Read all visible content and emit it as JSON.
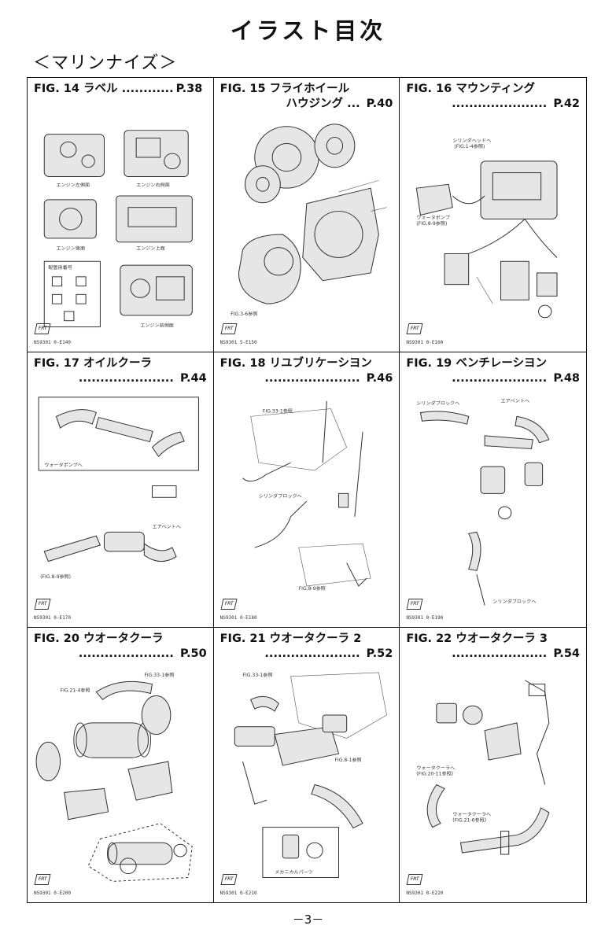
{
  "page_title": "イラスト目次",
  "subtitle": "＜マリンナイズ＞",
  "figures": [
    {
      "fig": "FIG. 14",
      "title": "ラベル",
      "title2": "",
      "dots": "............",
      "page": "P.38",
      "code": "NS9301 0-E140",
      "labels": [
        "エンジン左側面",
        "エンジン右側面",
        "エンジン後面",
        "エンジン上面",
        "エンジン前側面",
        "配管用番号"
      ]
    },
    {
      "fig": "FIG. 15",
      "title": "フライホイール",
      "title2": "ハウジング",
      "dots": "...",
      "page": "P.40",
      "code": "NS9301 5-E150",
      "labels": [
        "FIG.3-6参照"
      ]
    },
    {
      "fig": "FIG. 16",
      "title": "マウンティング",
      "title2": "",
      "dots": "......................",
      "page": "P.42",
      "code": "NS9301 0-E160",
      "labels": [
        "シリンダヘッドへ",
        "(FIG.1-4参照)",
        "ウォータポンプ",
        "(FIG.8-9参照)"
      ]
    },
    {
      "fig": "FIG. 17",
      "title": "オイルクーラ",
      "title2": "",
      "dots": "......................",
      "page": "P.44",
      "code": "NS9301 0-E170",
      "labels": [
        "ウォータポンプへ",
        "(FIG.8-9参照)",
        "エアベントへ"
      ]
    },
    {
      "fig": "FIG. 18",
      "title": "リユブリケーシヨン",
      "title2": "",
      "dots": "......................",
      "page": "P.46",
      "code": "NS9301 0-E180",
      "labels": [
        "FIG.33-1参照",
        "シリンダブロックへ",
        "FIG.8-9参照"
      ]
    },
    {
      "fig": "FIG. 19",
      "title": "ベンチレーシヨン",
      "title2": "",
      "dots": "......................",
      "page": "P.48",
      "code": "NS9301 0-E190",
      "labels": [
        "シリンダブロックへ",
        "エアベントへ",
        "シリンダブロックへ"
      ]
    },
    {
      "fig": "FIG. 20",
      "title": "ウオータクーラ",
      "title2": "",
      "dots": "......................",
      "page": "P.50",
      "code": "NS9301 0-E200",
      "labels": [
        "FIG.33-1参照",
        "FIG.21-4参照"
      ]
    },
    {
      "fig": "FIG. 21",
      "title": "ウオータクーラ",
      "title2": "",
      "num": "2",
      "dots": "......................",
      "page": "P.52",
      "code": "NS9301 0-E210",
      "labels": [
        "FIG.33-1参照",
        "FIG.8-1参照",
        "メカニカルパーツ"
      ]
    },
    {
      "fig": "FIG. 22",
      "title": "ウオータクーラ",
      "title2": "",
      "num": "3",
      "dots": "......................",
      "page": "P.54",
      "code": "NS9301 0-E220",
      "labels": [
        "ウォータクーラへ",
        "(FIG.20-11参照)",
        "ウォータクーラへ",
        "(FIG.21-6参照)"
      ]
    }
  ],
  "page_number": "－3－"
}
